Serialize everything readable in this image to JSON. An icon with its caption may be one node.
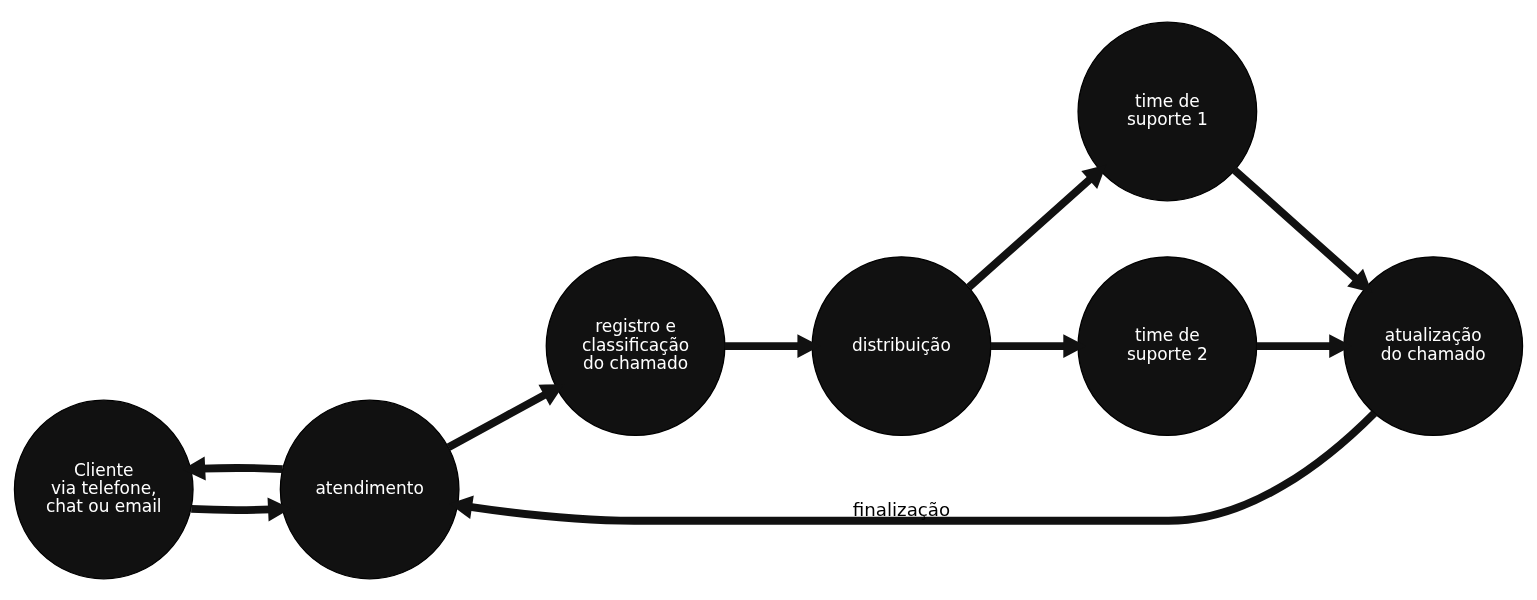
{
  "diagram": {
    "nodes": [
      {
        "text": [
          "Cliente",
          "via telefone, chat ou email"
        ]
      },
      {
        "text": [
          "atendimento"
        ]
      },
      {
        "text": [
          "registro e classificação do chamado"
        ]
      },
      {
        "text": [
          "distribuição"
        ]
      },
      {
        "text": [
          "time de suporte 1"
        ]
      },
      {
        "text": [
          "time de suporte 2"
        ]
      },
      {
        "text": [
          "atualização do chamado"
        ]
      }
    ],
    "edges": [
      {
        "from": 0,
        "to": 1,
        "arrow": "to"
      },
      {
        "from": 1,
        "to": 0,
        "arrow": "to"
      },
      {
        "from": 1,
        "to": 2,
        "arrow": "to"
      },
      {
        "from": 2,
        "to": 3,
        "arrow": "to"
      },
      {
        "from": 3,
        "to": 4,
        "arrow": "to"
      },
      {
        "from": 3,
        "to": 5,
        "arrow": "to"
      },
      {
        "from": 4,
        "to": 6,
        "arrow": "to"
      },
      {
        "from": 5,
        "to": 6,
        "arrow": "to"
      },
      {
        "from": 6,
        "to": 1,
        "arrow": "to",
        "label": "finalização"
      }
    ]
  }
}
